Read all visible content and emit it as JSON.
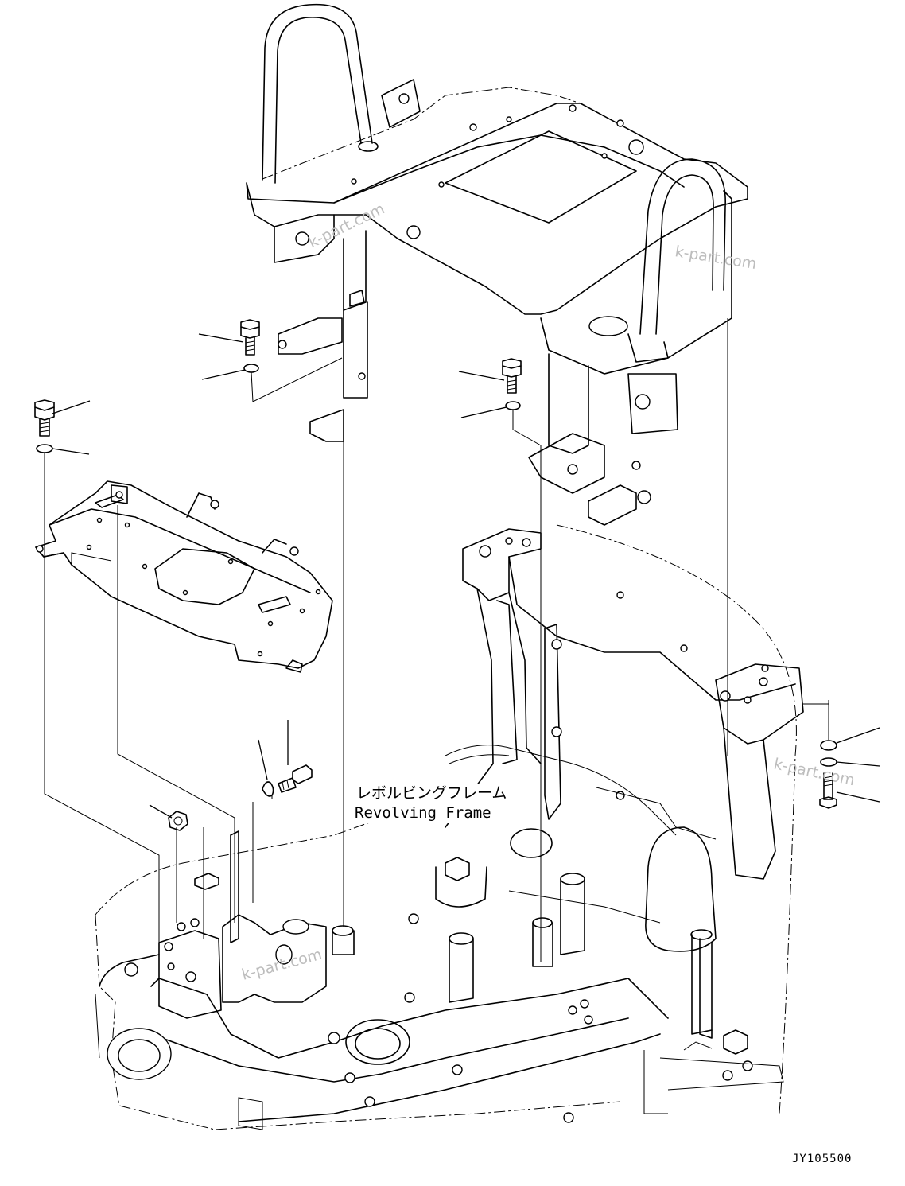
{
  "diagram": {
    "callout_label_jp": "レボルビングフレーム",
    "callout_label_en": "Revolving Frame",
    "drawing_code": "JY105500",
    "watermark": "k-part.com"
  }
}
